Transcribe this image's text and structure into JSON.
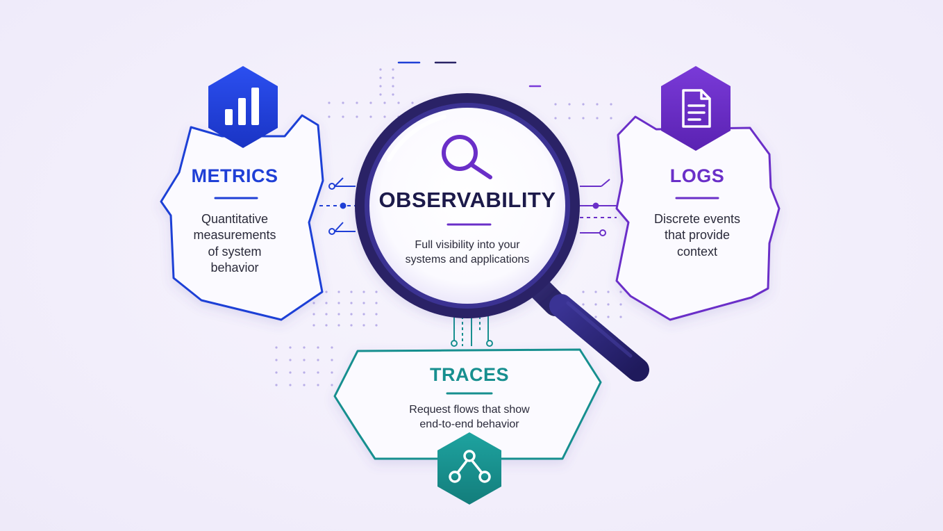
{
  "center": {
    "title": "OBSERVABILITY",
    "description_line1": "Full visibility into your",
    "description_line2": "systems and applications"
  },
  "metrics": {
    "title": "METRICS",
    "line1": "Quantitative",
    "line2": "measurements",
    "line3": "of system",
    "line4": "behavior"
  },
  "logs": {
    "title": "LOGS",
    "line1": "Discrete events",
    "line2": "that provide",
    "line3": "context"
  },
  "traces": {
    "title": "TRACES",
    "line1": "Request flows that show",
    "line2": "end-to-end behavior"
  },
  "colors": {
    "metrics": "#1f3fd6",
    "logs": "#6a2fc8",
    "traces": "#178f8f",
    "lens_ring": "#2a2466",
    "accent_purple": "#6a2fc8",
    "background": "#f3f0fb"
  },
  "icons": {
    "metrics": "bar-chart-icon",
    "logs": "document-icon",
    "traces": "branch-nodes-icon",
    "center": "search-icon"
  }
}
